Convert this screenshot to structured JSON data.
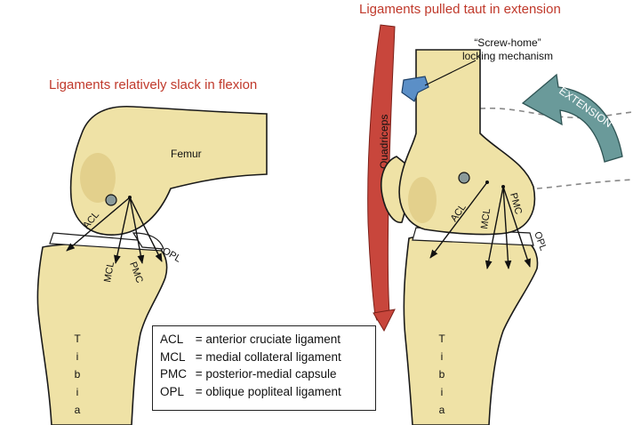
{
  "flexion": {
    "caption": "Ligaments relatively slack in flexion",
    "femur_label": "Femur",
    "tibia_letters": [
      "T",
      "i",
      "b",
      "i",
      "a"
    ],
    "ligaments": {
      "acl": "ACL",
      "mcl": "MCL",
      "pmc": "PMC",
      "opl": "OPL"
    }
  },
  "extension": {
    "caption": "Ligaments pulled taut in extension",
    "quadriceps_label": "Quadriceps",
    "screw_home_line1": "“Screw-home”",
    "screw_home_line2": "locking mechanism",
    "extension_label": "EXTENSION",
    "tibia_letters": [
      "T",
      "i",
      "b",
      "i",
      "a"
    ],
    "ligaments": {
      "acl": "ACL",
      "mcl": "MCL",
      "pmc": "PMC",
      "opl": "OPL"
    }
  },
  "legend": [
    {
      "abbr": "ACL",
      "text": "= anterior cruciate ligament"
    },
    {
      "abbr": "MCL",
      "text": "= medial collateral ligament"
    },
    {
      "abbr": "PMC",
      "text": "= posterior-medial capsule"
    },
    {
      "abbr": "OPL",
      "text": "= oblique popliteal ligament"
    }
  ],
  "colors": {
    "bone": "#efe2a6",
    "caption_red": "#c0392b",
    "quadriceps_red": "#c8463c",
    "extension_arrow": "#6a9a9a",
    "screw_icon": "#5b8fc7"
  }
}
